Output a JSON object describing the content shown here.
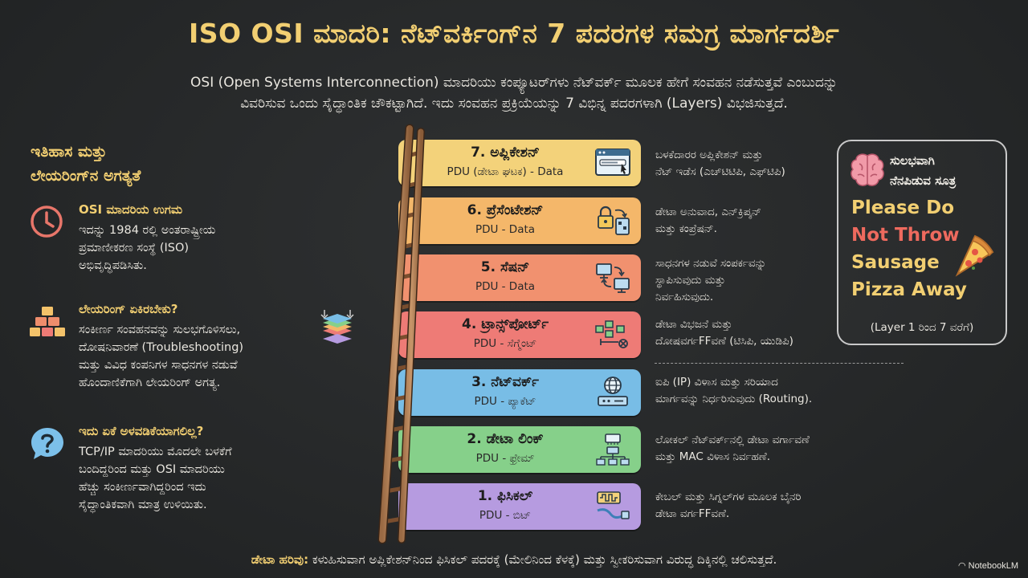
{
  "title": "ISO OSI ಮಾದರಿ: ನೆಟ್‌ವರ್ಕಿಂಗ್‌ನ 7 ಪದರಗಳ ಸಮಗ್ರ ಮಾರ್ಗದರ್ಶಿ",
  "intro": {
    "line1": "OSI (Open Systems Interconnection) ಮಾದರಿಯು ಕಂಪ್ಯೂಟರ್‌ಗಳು ನೆಟ್‌ವರ್ಕ್ ಮೂಲಕ ಹೇಗೆ ಸಂವಹನ ನಡೆಸುತ್ತವೆ ಎಂಬುದನ್ನು",
    "line2": "ವಿವರಿಸುವ ಒಂದು ಸೈದ್ಧಾಂತಿಕ ಚೌಕಟ್ಟಾಗಿದೆ. ಇದು ಸಂವಹನ ಪ್ರಕ್ರಿಯೆಯನ್ನು 7 ವಿಭಿನ್ನ ಪದರಗಳಾಗಿ (Layers) ವಿಭಜಿಸುತ್ತದೆ."
  },
  "history": {
    "title_l1": "ಇತಿಹಾಸ ಮತ್ತು",
    "title_l2": "ಲೇಯರಿಂಗ್‌ನ ಅಗತ್ಯತೆ",
    "items": [
      {
        "icon": "clock-icon",
        "head": "OSI ಮಾದರಿಯ ಉಗಮ",
        "lines": [
          "ಇದನ್ನು 1984 ರಲ್ಲಿ ಅಂತರಾಷ್ಟ್ರೀಯ",
          "ಪ್ರಮಾಣೀಕರಣ ಸಂಸ್ಥೆ (ISO)",
          "ಅಭಿವೃದ್ಧಿಪಡಿಸಿತು."
        ]
      },
      {
        "icon": "blocks-icon",
        "head": "ಲೇಯರಿಂಗ್ ಏಕಿರಬೇಕು?",
        "lines": [
          "ಸಂಕೀರ್ಣ ಸಂವಹನವನ್ನು ಸುಲಭಗೊಳಿಸಲು,",
          "ದೋಷನಿವಾರಣೆ (Troubleshooting)",
          "ಮತ್ತು ವಿವಿಧ ಕಂಪನಿಗಳ ಸಾಧನಗಳ ನಡುವೆ",
          "ಹೊಂದಾಣಿಕೆಗಾಗಿ ಲೇಯರಿಂಗ್ ಅಗತ್ಯ."
        ]
      },
      {
        "icon": "question-icon",
        "head": "ಇದು ಏಕೆ ಅಳವಡಿಕೆಯಾಗಲಿಲ್ಲ?",
        "lines": [
          "TCP/IP ಮಾದರಿಯು ಮೊದಲೇ ಬಳಕೆಗೆ",
          "ಬಂದಿದ್ದರಿಂದ ಮತ್ತು OSI ಮಾದರಿಯು",
          "ಹೆಚ್ಚು ಸಂಕೀರ್ಣವಾಗಿದ್ದರಿಂದ ಇದು",
          "ಸೈದ್ಧಾಂತಿಕವಾಗಿ ಮಾತ್ರ ಉಳಿಯಿತು."
        ]
      }
    ]
  },
  "layers": [
    {
      "name": "7. ಅಪ್ಲಿಕೇಶನ್",
      "pdu": "PDU (ಡೇಟಾ ಘಟಕ) - Data",
      "icon": "browser-window-icon",
      "color": "#f3d27a",
      "desc": [
        "ಬಳಕೆದಾರರ ಅಪ್ಲಿಕೇಶನ್ ಮತ್ತು",
        "ನೆಟ್ ಇಡೆಸ (ಎಚ್‌ಟಿಟಿಪಿ, ಎಫ್‌ಟಿಪಿ)"
      ]
    },
    {
      "name": "6. ಪ್ರೆಸೆಂಟೇಶನ್",
      "pdu": "PDU - Data",
      "icon": "lock-file-icon",
      "color": "#f4b76a",
      "desc": [
        "ಡೇಟಾ ಅನುವಾದ, ಎನ್‌ಕ್ರಿಪ್ಶನ್",
        "ಮತ್ತು ಕಂಪ್ರೆಷನ್."
      ]
    },
    {
      "name": "5. ಸೆಷನ್",
      "pdu": "PDU - Data",
      "icon": "computers-sync-icon",
      "color": "#f1916f",
      "desc": [
        "ಸಾಧನಗಳ ನಡುವೆ ಸಂಪರ್ಕವನ್ನು",
        "ಸ್ಥಾಪಿಸುವುದು ಮತ್ತು",
        "ನಿರ್ವಹಿಸುವುದು."
      ]
    },
    {
      "name": "4. ಟ್ರಾನ್ಸ್‌ಪೋರ್ಟ್",
      "pdu": "PDU - ಸೆಗ್ಮೆಂಟ್",
      "icon": "segments-icon",
      "color": "#ee7b76",
      "desc": [
        "ಡೇಟಾ ವಿಭಜನೆ ಮತ್ತು",
        "ದೋಷವರ್ಗFFವಣೆ (ಟಿಸಿಪಿ, ಯುಡಿಪಿ)"
      ]
    },
    {
      "name": "3. ನೆಟ್‌ವರ್ಕ್",
      "pdu": "PDU - ಪ್ಯಾಕೆಟ್",
      "icon": "router-globe-icon",
      "color": "#78bde6",
      "desc": [
        "ಐಪಿ (IP) ವಿಳಾಸ ಮತ್ತು ಸರಿಯಾದ",
        "ಮಾರ್ಗವನ್ನು ನಿರ್ಧರಿಸುವುದು (Routing)."
      ]
    },
    {
      "name": "2. ಡೇಟಾ ಲಿಂಕ್",
      "pdu": "PDU - ಫ್ರೇಮ್",
      "icon": "nic-switch-icon",
      "color": "#86d08a",
      "desc": [
        "ಲೋಕಲ್ ನೆಟ್‌ವರ್ಕ್‌ನಲ್ಲಿ ಡೇಟಾ ವರ್ಗಾವಣೆ",
        "ಮತ್ತು MAC ವಿಳಾಸ ನಿರ್ವಹಣೆ."
      ]
    },
    {
      "name": "1. ಫಿಸಿಕಲ್",
      "pdu": "PDU - ಬಿಟ್",
      "icon": "cable-signal-icon",
      "color": "#b69be0",
      "desc": [
        "ಕೇಬಲ್ ಮತ್ತು ಸಿಗ್ನಲ್‌ಗಳ ಮೂಲಕ ಬೈನರಿ",
        "ಡೇಟಾ ವರ್ಗFFವಣೆ."
      ]
    }
  ],
  "memo": {
    "title_l1": "ಸುಲಭವಾಗಿ",
    "title_l2": "ನೆನಪಿಡುವ ಸೂತ್ರ",
    "lines": [
      "Please Do",
      "Not Throw",
      "Sausage",
      "Pizza Away"
    ],
    "note": "(Layer 1 ರಿಂದ 7 ವರೆಗೆ)",
    "accent": "#f2cf72",
    "red": "#ee6a5e"
  },
  "flow": {
    "label": "ಡೇಟಾ ಹರಿವು:",
    "text": " ಕಳುಹಿಸುವಾಗ ಅಪ್ಲಿಕೇಶನ್‌ನಿಂದ ಫಿಸಿಕಲ್ ಪದರಕ್ಕೆ (ಮೇಲಿನಿಂದ ಕೆಳಕ್ಕೆ) ಮತ್ತು ಸ್ವೀಕರಿಸುವಾಗ ವಿರುದ್ಧ ದಿಕ್ಕಿನಲ್ಲಿ ಚಲಿಸುತ್ತದೆ."
  },
  "brand": "NotebookLM"
}
